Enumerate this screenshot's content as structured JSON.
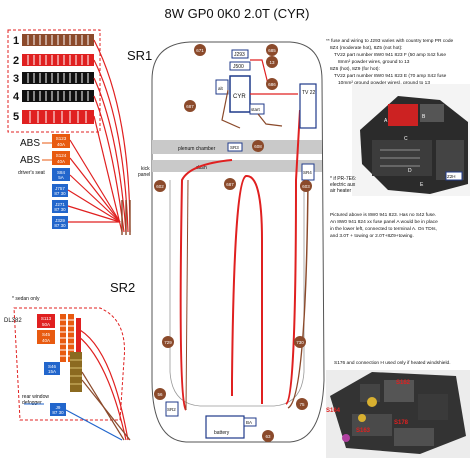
{
  "title": "8W GP0 0K0 2.0T (CYR)",
  "sr1": {
    "label": "SR1",
    "rows": [
      "1",
      "2",
      "3",
      "4",
      "5"
    ],
    "abs_labels": [
      "ABS",
      "ABS"
    ],
    "fuses": [
      {
        "id": "S123",
        "amps": "40A",
        "color": "#e85a10"
      },
      {
        "id": "S124",
        "amps": "40A",
        "color": "#e85a10"
      },
      {
        "id": "S84",
        "amps": "5A",
        "color": "#2266cc"
      },
      {
        "id": "J757",
        "amps": "87 30",
        "color": "#2266cc"
      },
      {
        "id": "J271",
        "amps": "87 30",
        "color": "#2266cc"
      },
      {
        "id": "J329",
        "amps": "87 30",
        "color": "#2266cc"
      }
    ],
    "drivers_seat": "driver's seat"
  },
  "sr2": {
    "label": "SR2",
    "note": "* sedan only",
    "dl": "DL382",
    "fuses": [
      {
        "id": "S113",
        "amps": "50A",
        "color": "#e02020"
      },
      {
        "id": "S45",
        "amps": "40A",
        "color": "#e85a10"
      },
      {
        "id": "S46",
        "amps": "15A",
        "color": "#2266cc"
      },
      {
        "id": "J9",
        "amps": "87 30",
        "color": "#2266cc"
      }
    ],
    "defogger": "rear window defogger"
  },
  "car": {
    "nodes": [
      "671",
      "685",
      "13",
      "686",
      "687",
      "608",
      "687",
      "729",
      "730",
      "56",
      "602",
      "603",
      "75",
      "63"
    ],
    "boxes": {
      "j293": "J293",
      "j500": "J500",
      "cyr": "CYR",
      "alt": "alt",
      "start": "start",
      "tv22": "TV 22",
      "sr3": "SR3",
      "sr4": "SR4",
      "sr2": "SR2",
      "battery": "battery",
      "ba": "BA"
    },
    "plenum": "plenum chamber",
    "dash": "dash",
    "kick": "kick panel"
  },
  "notes": {
    "top": [
      "** fuse and wiring to J293 varies with country temp PR code",
      "8Z4 (moderate hot), 8Z5 (not hot):",
      "TV22 part number 8W0 941 823 F (50 amp S42 fuse",
      "8mm² powder wires, ground to 13",
      "8Z6 (hot), 8Z9 (for hot):",
      "TV22 part number 8W0 941 823 E (70 amp S42 fuse",
      "10mm² ground powder wires), ground to 13"
    ],
    "fr": [
      "* if PR-7E6:",
      "electric aux",
      "air heater"
    ],
    "mid": [
      "Pictured above is 8W0 941 823. Has no S42 fuse.",
      "An 8W0 941 824 xx fuse panel A would be in place",
      "in the lower left, connected to terminal A. On TDIs,",
      "and 3.0T + towing or 2.0T+8Z9+towing."
    ],
    "bottom": "S176 and connection H used only if heated windshield."
  },
  "photo_labels": {
    "photo1": [
      "A",
      "B",
      "C",
      "D",
      "E",
      "Z2H"
    ],
    "photo2": [
      "S162",
      "S164",
      "S163",
      "S178"
    ]
  },
  "colors": {
    "red": "#e02020",
    "orange": "#e85a10",
    "blue": "#2266cc",
    "brown": "#8b4a2b",
    "navy": "#1f3a8a"
  }
}
